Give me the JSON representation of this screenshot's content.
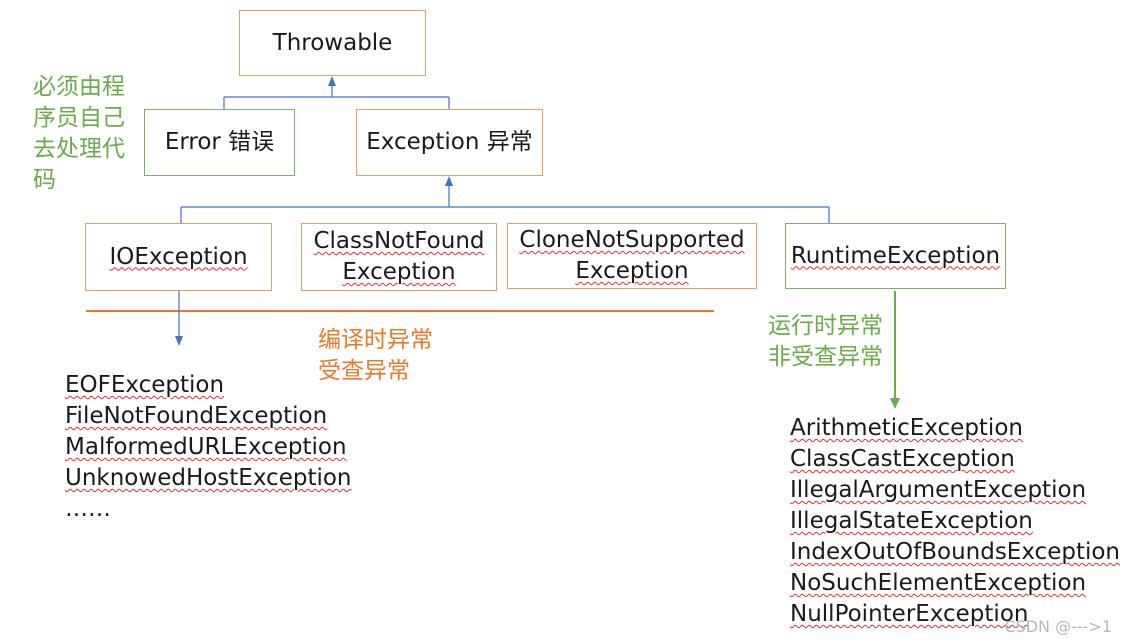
{
  "nodes": {
    "throwable": "Throwable",
    "error": "Error 错误",
    "exception": "Exception 异常",
    "io_exception": "IOException",
    "class_not_found_1": "ClassNotFound",
    "class_not_found_2": "Exception",
    "clone_not_supported_1": "CloneNotSupported",
    "clone_not_supported_2": "Exception",
    "runtime_exception": "RuntimeException"
  },
  "annotations": {
    "error_note": "必须由程\n序员自己\n去处理代\n码",
    "checked_note": "编译时异常\n受查异常",
    "unchecked_note": "运行时异常\n非受查异常"
  },
  "checked_list": [
    "EOFException",
    "FileNotFoundException",
    "MalformedURLException",
    "UnknowedHostException",
    "……"
  ],
  "runtime_list": [
    "ArithmeticException",
    "ClassCastException",
    "IllegalArgumentException",
    "IllegalStateException",
    "IndexOutOfBoundsException",
    "NoSuchElementException",
    "NullPointerException"
  ],
  "watermark": "CSDN @--->1",
  "colors": {
    "box_border_orange": "#e8a060",
    "box_border_green": "#7bb26a",
    "connector_blue": "#4472c4",
    "divider_orange": "#e87a2e",
    "arrow_green": "#6aab4a",
    "text_green": "#6aab4a",
    "text_orange": "#e87a2e"
  }
}
